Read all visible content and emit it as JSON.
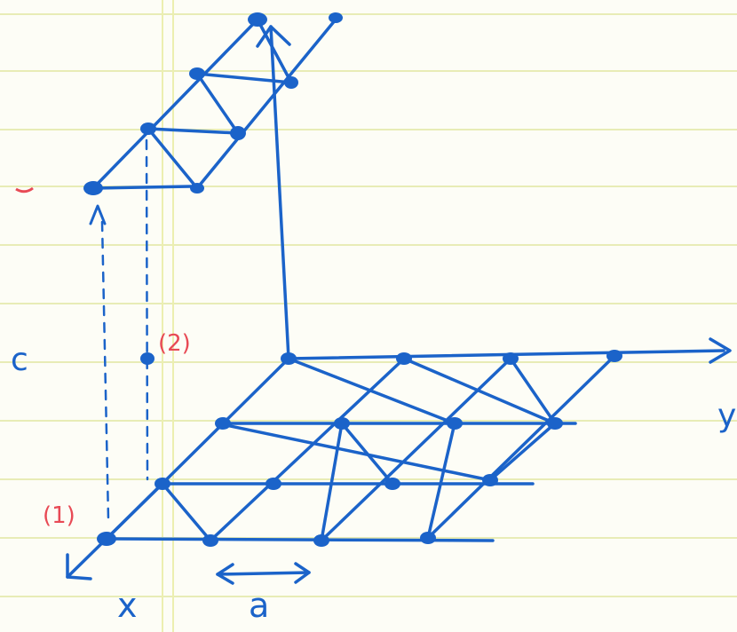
{
  "labels": {
    "c": "c",
    "y": "y",
    "x": "x",
    "a": "a",
    "site1": "(1)",
    "site2": "(2)"
  },
  "colors": {
    "ink": "#1b63c9",
    "accent": "#e84a55",
    "ruled_line": "#e8ecb6",
    "margin_line": "#ecefb0",
    "paper": "#fdfdf6"
  }
}
